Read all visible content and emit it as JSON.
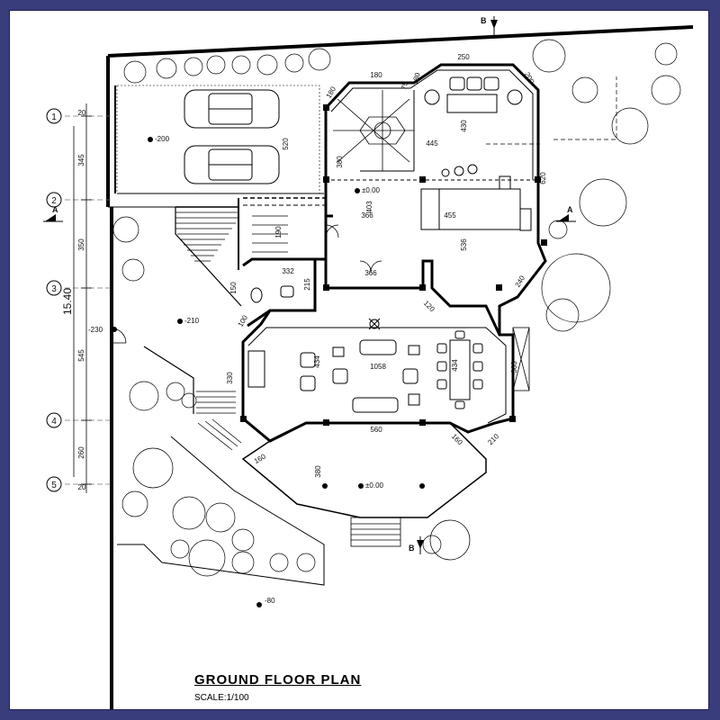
{
  "title": "GROUND FLOOR PLAN",
  "scale": "SCALE:1/100",
  "axes": [
    "1",
    "2",
    "3",
    "4",
    "5"
  ],
  "axis_spacings": [
    "345",
    "350",
    "545",
    "260"
  ],
  "overall_dim": "15.40",
  "section_a": "A",
  "section_b": "B",
  "levels": {
    "garage": "-200",
    "hall": "±0.00",
    "terrace": "±0.00",
    "garden": "-210",
    "side": "-230",
    "bottom": "-80"
  },
  "dims": {
    "d250": "250",
    "d180a": "180",
    "d180b": "180",
    "d180c": "180",
    "d200": "200",
    "d430": "430",
    "d445": "445",
    "d380a": "380",
    "d520": "520",
    "d620": "620",
    "d403": "403",
    "d366a": "366",
    "d455": "455",
    "d190": "190",
    "d536": "536",
    "d332": "332",
    "d215": "215",
    "d366b": "366",
    "d150": "150",
    "d120": "120",
    "d240": "240",
    "d100": "100",
    "d434a": "434",
    "d1058": "1058",
    "d434b": "434",
    "d363": "363",
    "d330": "330",
    "d560": "560",
    "d160a": "160",
    "d160b": "160",
    "d210": "210",
    "d380b": "380",
    "d75": "75",
    "d20a": "20",
    "d20b": "20"
  }
}
